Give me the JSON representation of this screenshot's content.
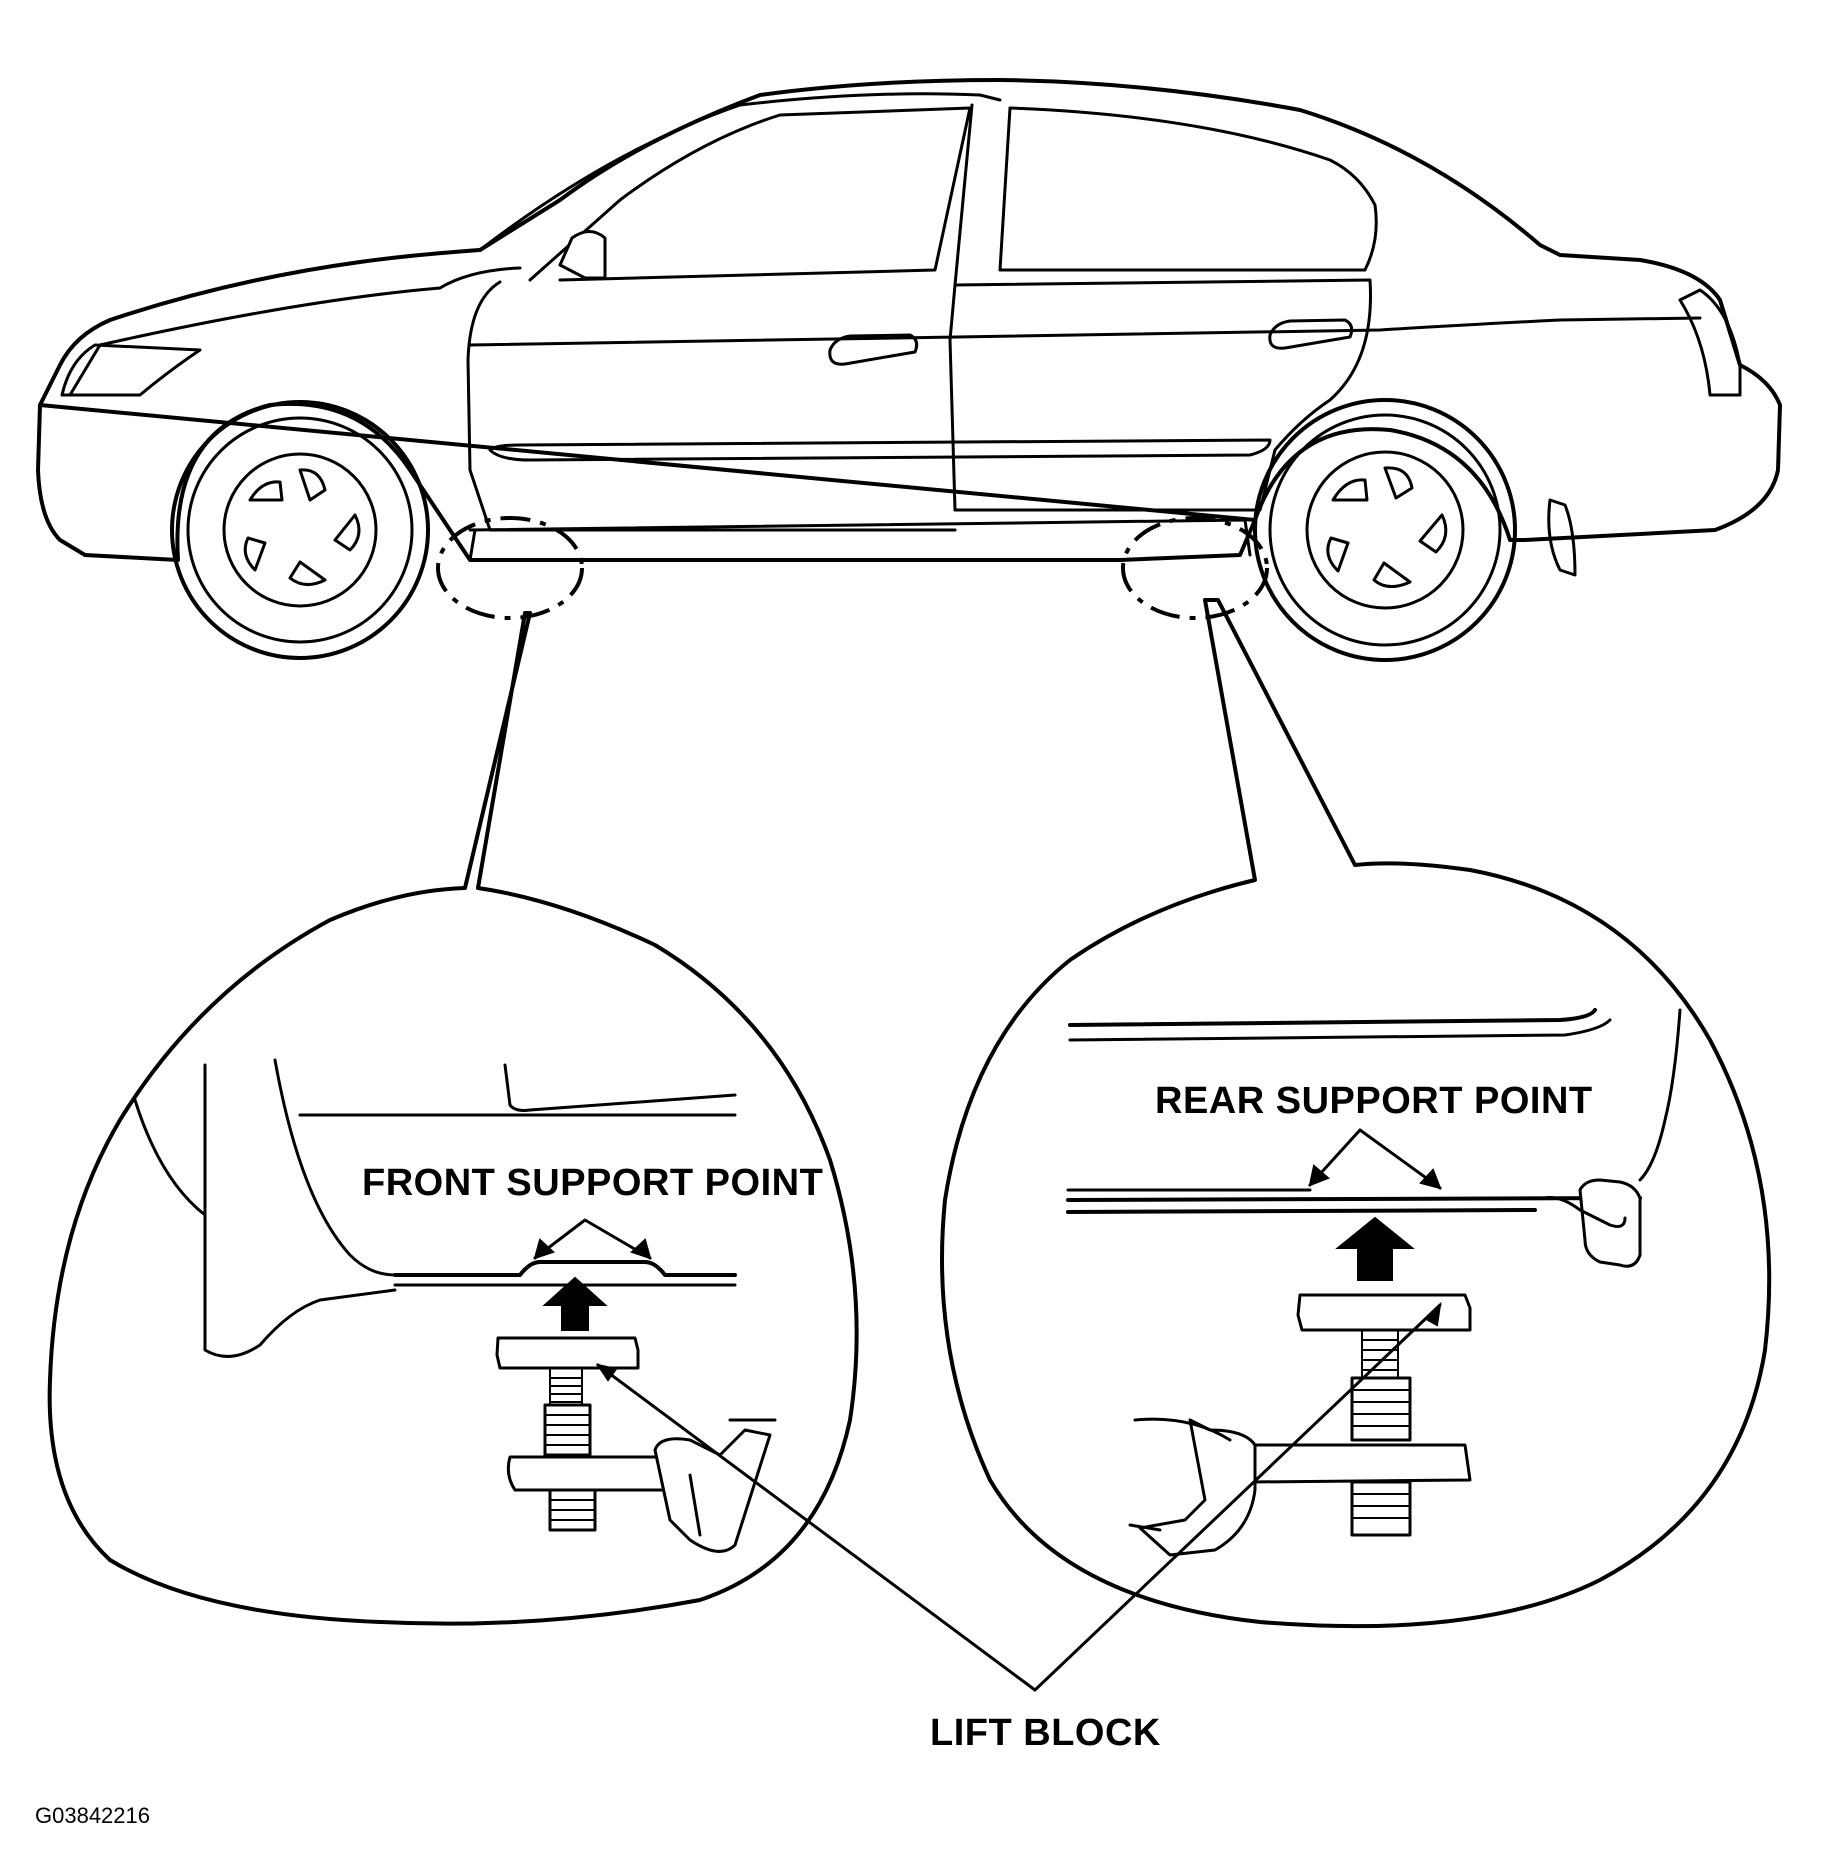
{
  "labels": {
    "front_support": "FRONT SUPPORT POINT",
    "rear_support": "REAR SUPPORT POINT",
    "lift_block": "LIFT BLOCK",
    "figure_code": "G03842216"
  }
}
